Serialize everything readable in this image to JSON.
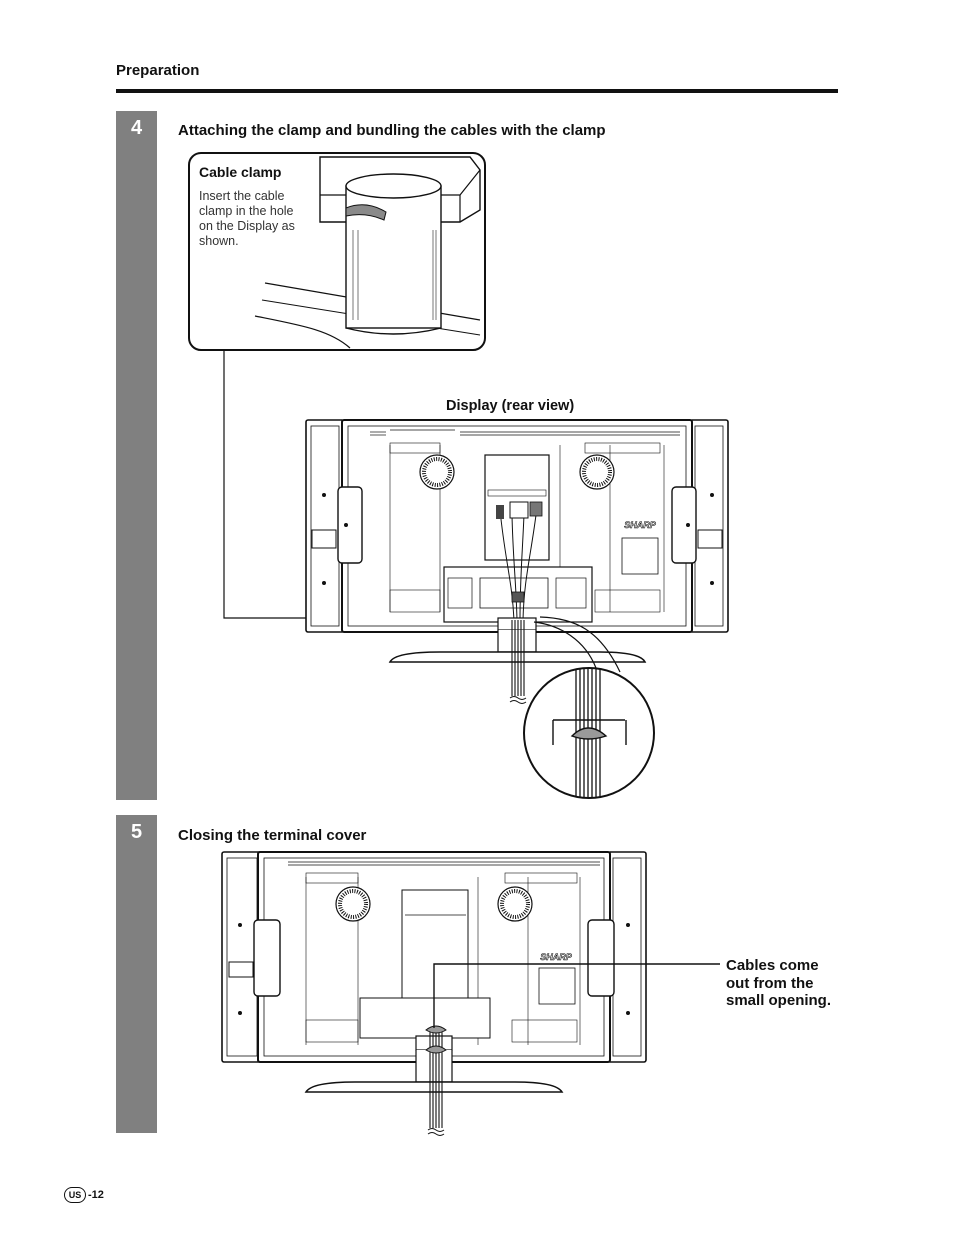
{
  "header": {
    "section": "Preparation"
  },
  "step4": {
    "number": "4",
    "title": "Attaching the clamp and bundling the cables with the clamp",
    "callout": {
      "title": "Cable clamp",
      "lines": [
        "Insert the cable",
        "clamp in the hole",
        "on the Display as",
        "shown."
      ]
    },
    "figure_label": "Display (rear view)",
    "brand": "SHARP"
  },
  "step5": {
    "number": "5",
    "title": "Closing the terminal cover",
    "note_lines": [
      "Cables come",
      "out from the",
      "small opening."
    ],
    "brand": "SHARP"
  },
  "footer": {
    "region_badge": "US",
    "page": "-12"
  }
}
